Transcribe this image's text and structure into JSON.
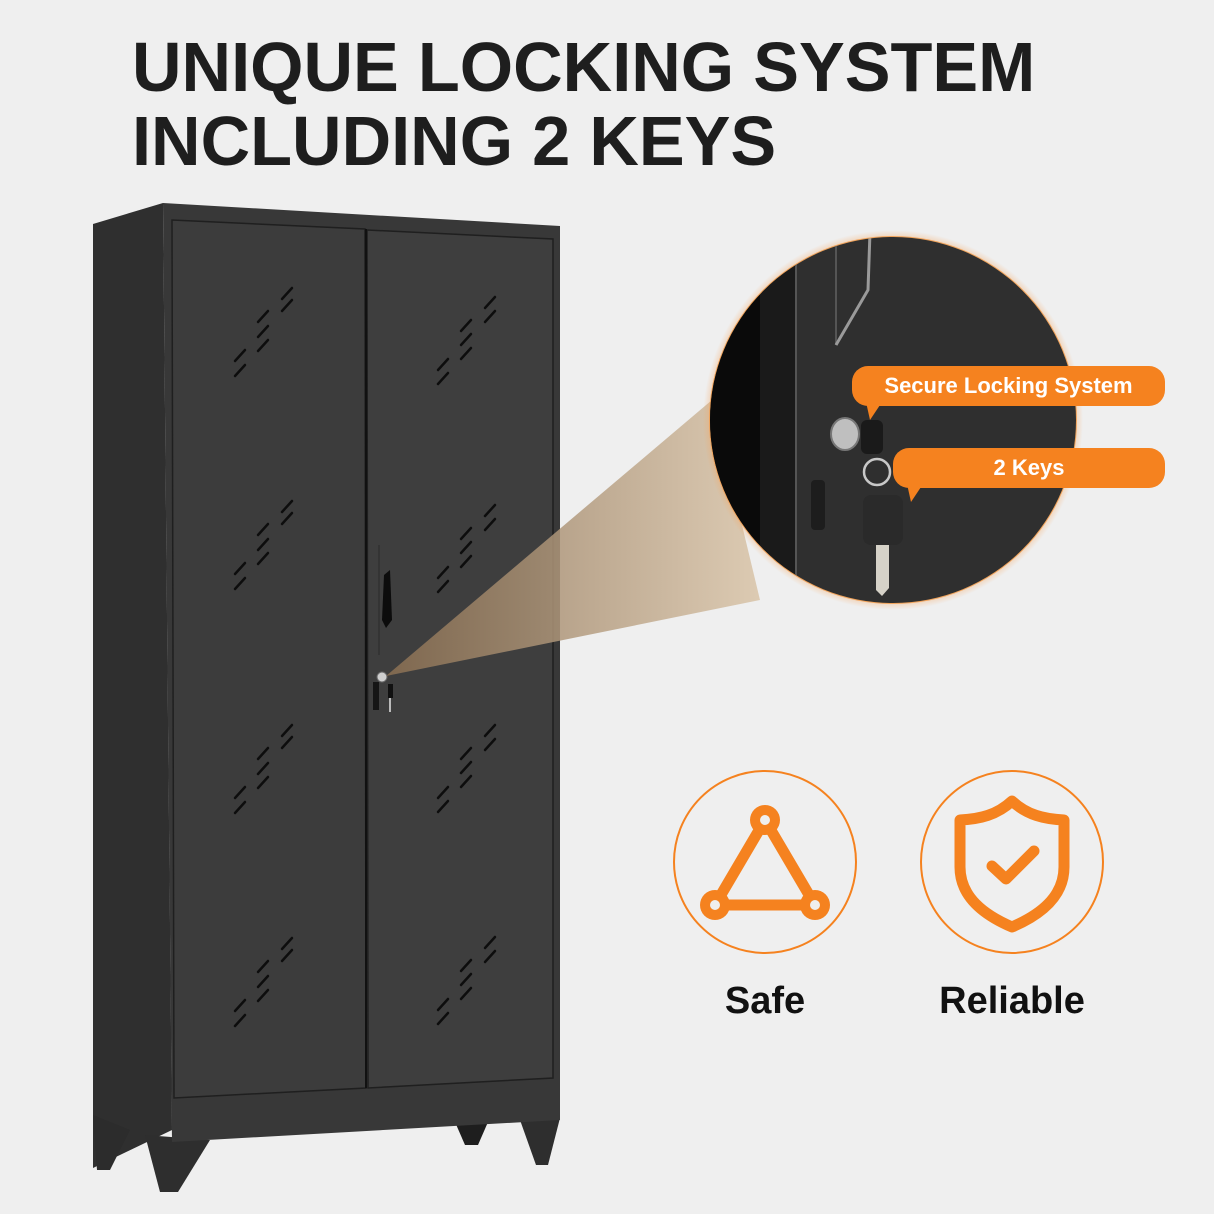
{
  "headline": {
    "line1": "UNIQUE LOCKING SYSTEM",
    "line2": "INCLUDING 2 KEYS"
  },
  "callouts": [
    {
      "label": "Secure Locking System"
    },
    {
      "label": "2 Keys"
    }
  ],
  "features": [
    {
      "label": "Safe",
      "icon": "triangle-nodes-icon"
    },
    {
      "label": "Reliable",
      "icon": "shield-check-icon"
    }
  ],
  "colors": {
    "accent": "#f5821f",
    "background": "#efefef",
    "cabinet": "#3a3a3a",
    "text": "#1e1e1e"
  }
}
